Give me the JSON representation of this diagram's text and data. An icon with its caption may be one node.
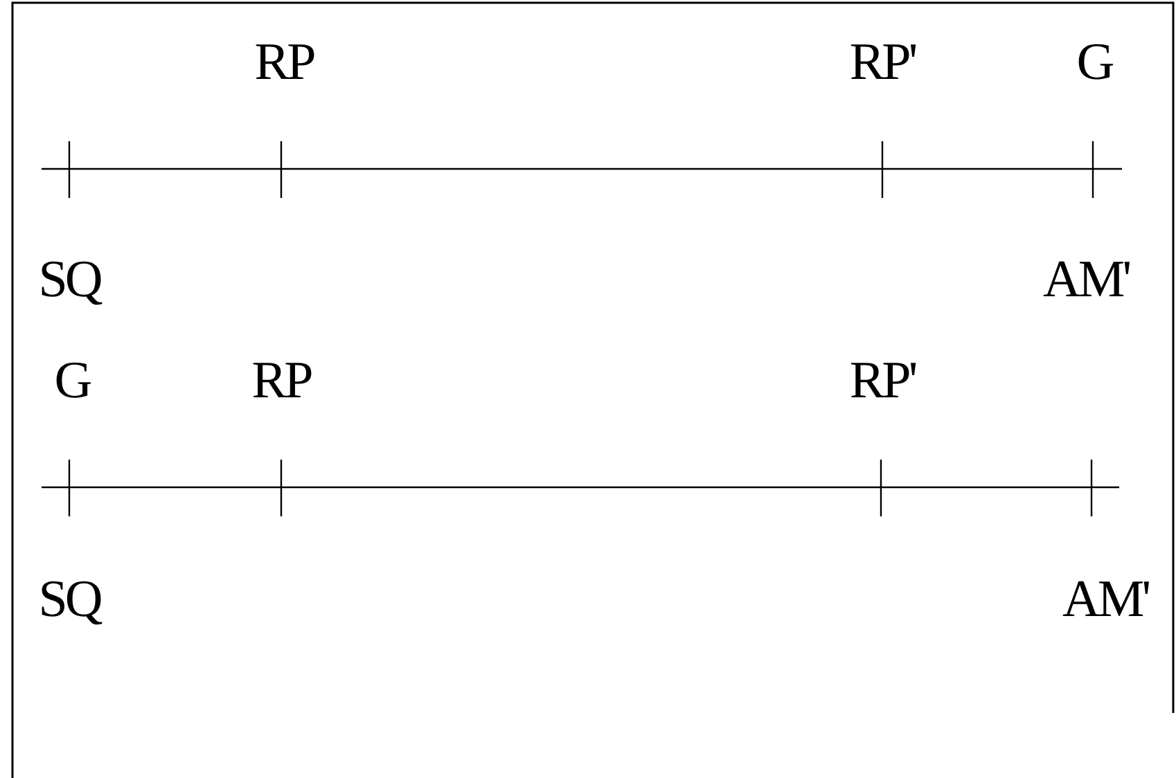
{
  "diagram": {
    "labels": [
      "RP",
      "RP'",
      "G",
      "SQ",
      "AM'",
      "G",
      "RP",
      "RP'",
      "SQ",
      "AM'"
    ]
  }
}
